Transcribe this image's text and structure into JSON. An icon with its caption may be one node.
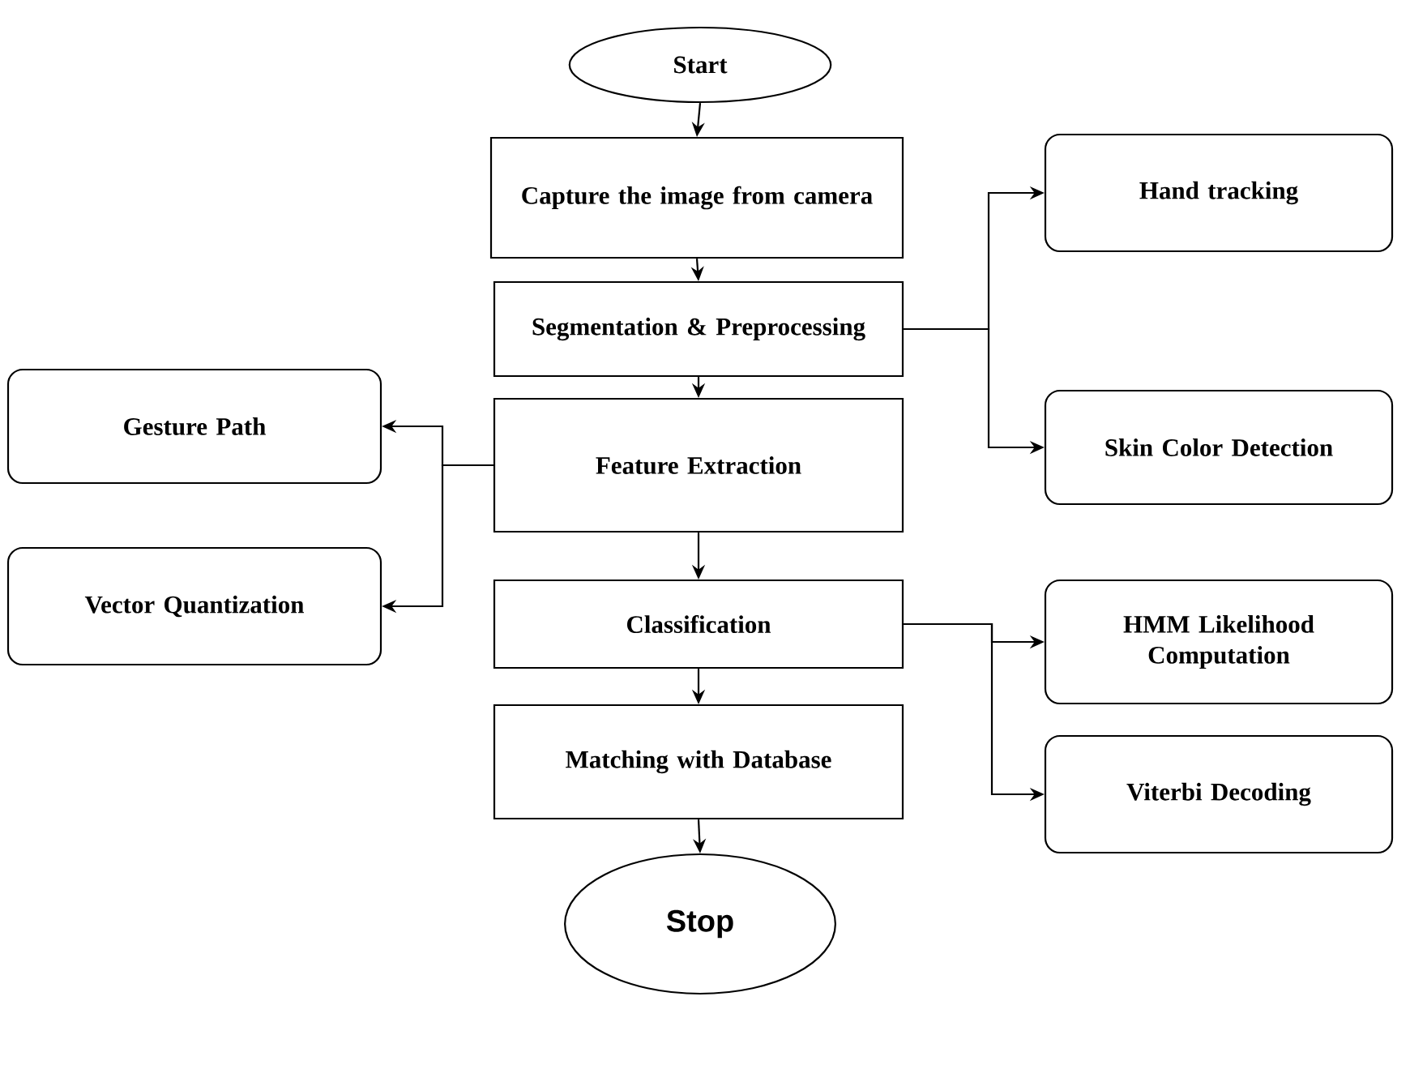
{
  "diagram": {
    "nodes": [
      {
        "text": [
          "Start"
        ]
      },
      {
        "text": [
          "Capture the image from camera"
        ]
      },
      {
        "text": [
          "Segmentation & Preprocessing"
        ]
      },
      {
        "text": [
          "Feature Extraction"
        ]
      },
      {
        "text": [
          "Classification"
        ]
      },
      {
        "text": [
          "Matching with Database"
        ]
      },
      {
        "text": [
          "Stop"
        ]
      },
      {
        "text": [
          "Hand tracking"
        ]
      },
      {
        "text": [
          "Skin Color Detection"
        ]
      },
      {
        "text": [
          "Gesture Path"
        ]
      },
      {
        "text": [
          "Vector Quantization"
        ]
      },
      {
        "text": [
          "HMM Likelihood Computation"
        ]
      },
      {
        "text": [
          "Viterbi Decoding"
        ]
      }
    ],
    "edges": [
      {
        "from": 0,
        "to": 1,
        "arrow": "to"
      },
      {
        "from": 1,
        "to": 2,
        "arrow": "to"
      },
      {
        "from": 2,
        "to": 3,
        "arrow": "to"
      },
      {
        "from": 3,
        "to": 4,
        "arrow": "to"
      },
      {
        "from": 4,
        "to": 5,
        "arrow": "to"
      },
      {
        "from": 5,
        "to": 6,
        "arrow": "to"
      },
      {
        "from": 2,
        "to": 7,
        "arrow": "to"
      },
      {
        "from": 2,
        "to": 8,
        "arrow": "to"
      },
      {
        "from": 3,
        "to": 9,
        "arrow": "to"
      },
      {
        "from": 3,
        "to": 10,
        "arrow": "to"
      },
      {
        "from": 4,
        "to": 11,
        "arrow": "to"
      },
      {
        "from": 4,
        "to": 12,
        "arrow": "to"
      }
    ]
  }
}
